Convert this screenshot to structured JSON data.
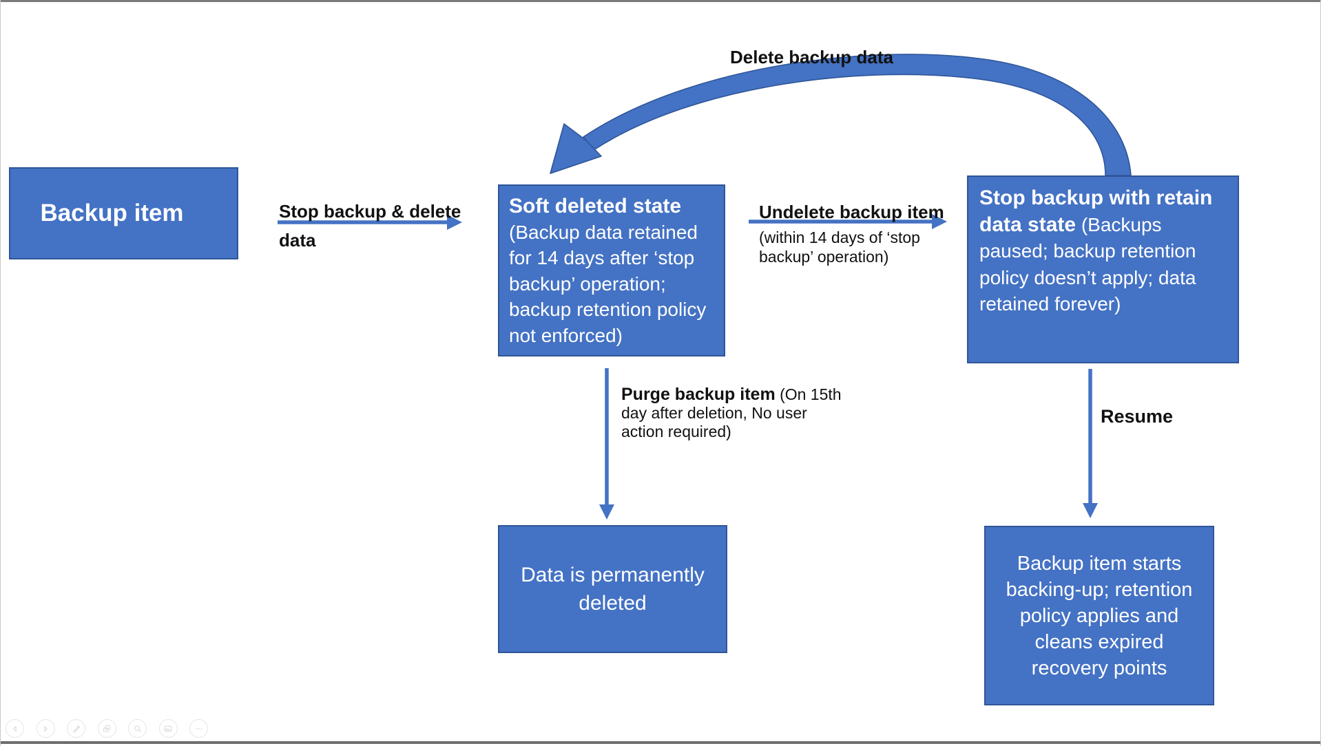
{
  "colors": {
    "box_fill": "#4472C4",
    "box_border": "#2F5597",
    "arrow": "#4472C4",
    "label_text": "#111111",
    "box_text": "#FFFFFF",
    "toolbar_icon": "#D9D9D9"
  },
  "diagram": {
    "nodes": {
      "backup_item": {
        "title": "Backup item"
      },
      "soft_deleted": {
        "title": "Soft deleted state",
        "body": "(Backup data retained for 14 days after ‘stop backup’ operation; backup retention policy not enforced)"
      },
      "stop_retain": {
        "title": "Stop backup with retain data state",
        "body": "(Backups paused; backup retention policy doesn’t apply; data retained forever)"
      },
      "permanently_deleted": {
        "body": "Data is permanently deleted"
      },
      "resumed_backup": {
        "body": "Backup item starts backing-up; retention policy applies and cleans expired recovery points"
      }
    },
    "edges": {
      "stop_backup_delete": {
        "label": "Stop backup & delete data"
      },
      "undelete": {
        "label": "Undelete backup item",
        "detail": "(within 14 days of ‘stop backup’ operation)"
      },
      "delete_backup_data": {
        "label": "Delete backup data"
      },
      "purge": {
        "label": "Purge backup item",
        "detail": "(On 15th day after deletion, No user action required)"
      },
      "resume": {
        "label": "Resume"
      }
    }
  },
  "toolbar": {
    "icons": [
      "previous-slide",
      "next-slide",
      "pen",
      "slide-thumbnails",
      "zoom",
      "captions",
      "more-options"
    ]
  }
}
